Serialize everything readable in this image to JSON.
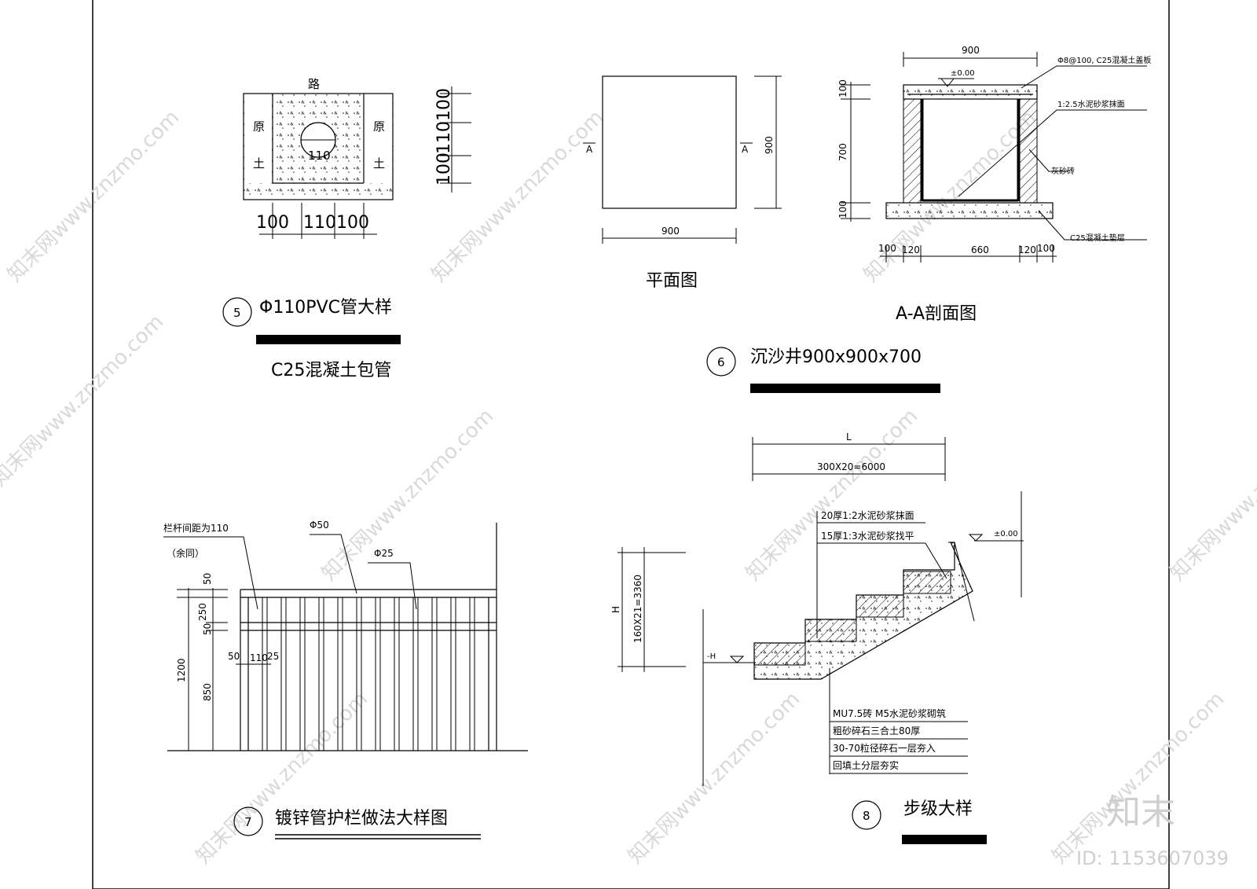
{
  "watermark": {
    "text": "知末网www.znzmo.com",
    "logo": "知末",
    "id_label": "ID: 1153607039"
  },
  "detail5": {
    "number": "5",
    "title": "Φ110PVC管大样",
    "subtitle": "C25混凝土包管",
    "road_label": "路",
    "soil_left_1": "原",
    "soil_left_2": "土",
    "soil_right_1": "原",
    "soil_right_2": "土",
    "pipe_dim": "110",
    "dims_h": [
      "100",
      "110",
      "100"
    ],
    "dims_v": [
      "100",
      "110",
      "100"
    ]
  },
  "detail6": {
    "number": "6",
    "title": "沉沙井900x900x700",
    "plan_title": "平面图",
    "plan_width": "900",
    "plan_height": "900",
    "section_mark": "A",
    "section_title": "A-A剖面图",
    "section_top_dim": "900",
    "level_mark": "±0.00",
    "note_slab": "Φ8@100, C25混凝土盖板",
    "note_plaster": "1:2.5水泥砂浆抹面",
    "note_brick": "灰砂砖",
    "note_base": "C25混凝土垫层",
    "dims_v": [
      "100",
      "700",
      "100"
    ],
    "dims_h": [
      "100",
      "120",
      "660",
      "120",
      "100"
    ]
  },
  "detail7": {
    "number": "7",
    "title": "镀锌管护栏做法大样图",
    "note_spacing": "栏杆间距为110",
    "note_same": "（余同）",
    "note_pipe50": "Φ50",
    "note_pipe25": "Φ25",
    "dims_v": [
      "50",
      "250",
      "50",
      "850"
    ],
    "dim_total": "1200",
    "dims_h": [
      "50",
      "110",
      "25"
    ]
  },
  "detail8": {
    "number": "8",
    "title": "步级大样",
    "dim_L": "L",
    "dim_run": "300X20=6000",
    "dim_H": "H",
    "dim_rise": "160X21=3360",
    "note_finish1": "20厚1:2水泥砂浆抹面",
    "note_finish2": "15厚1:3水泥砂浆找平",
    "level_top": "±0.00",
    "level_bottom": "-H",
    "layers": [
      "MU7.5砖  M5水泥砂浆砌筑",
      "粗砂碎石三合土80厚",
      "30-70粒径碎石一层夯入",
      "回填土分层夯实"
    ]
  }
}
